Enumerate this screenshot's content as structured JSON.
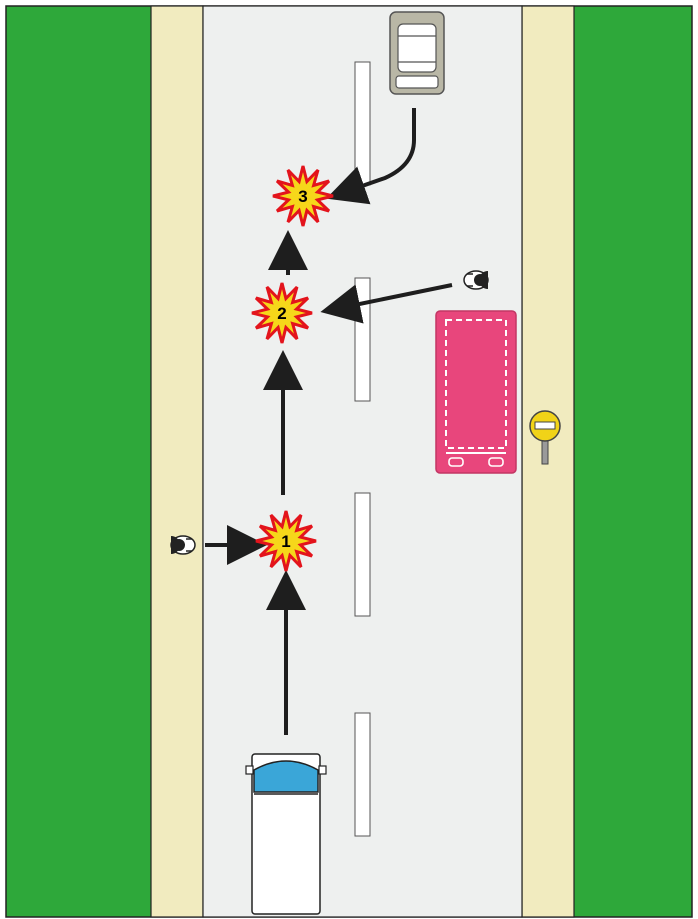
{
  "colors": {
    "grass": "#2ea83a",
    "sidewalk": "#f1ebbf",
    "road": "#eef0ef",
    "lane_marking": "#ffffff",
    "arrow": "#1e1e1e",
    "burst_fill": "#f6d71a",
    "burst_stroke": "#e3141c",
    "truck_cab": "#3aa6d8",
    "bus": "#e8467c",
    "car": "#b9b7a6",
    "stop_sign": "#f1d318"
  },
  "collisions": [
    {
      "label": "1"
    },
    {
      "label": "2"
    },
    {
      "label": "3"
    }
  ],
  "icons": {
    "truck": "van-icon",
    "bus": "bus-icon",
    "car": "car-icon",
    "pedestrian": "pedestrian-icon",
    "stop": "bus-stop-sign-icon",
    "collision": "collision-burst-icon"
  }
}
